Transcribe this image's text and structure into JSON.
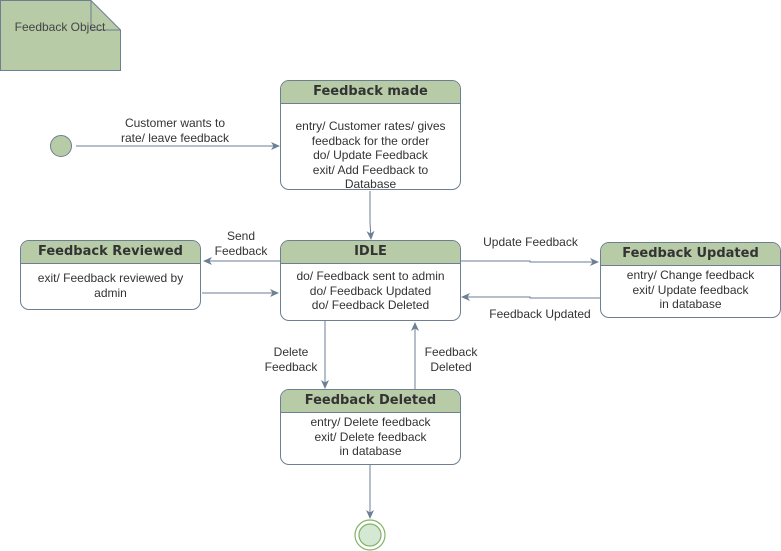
{
  "note": {
    "text": "Feedback\nObject"
  },
  "states": {
    "made": {
      "title": "Feedback made",
      "body": "entry/ Customer rates/ gives\nfeedback for the order\ndo/ Update Feedback\nexit/ Add Feedback to\nDatabase"
    },
    "idle": {
      "title": "IDLE",
      "body": "do/ Feedback sent to admin\ndo/ Feedback Updated\ndo/ Feedback Deleted"
    },
    "reviewed": {
      "title": "Feedback Reviewed",
      "body": "exit/ Feedback reviewed by\nadmin"
    },
    "updated": {
      "title": "Feedback Updated",
      "body": "entry/ Change feedback\nexit/ Update feedback\nin database"
    },
    "deleted": {
      "title": "Feedback Deleted",
      "body": "entry/ Delete feedback\nexit/ Delete feedback\nin database"
    }
  },
  "transitions": {
    "start_to_made": "Customer wants to\nrate/ leave feedback",
    "idle_to_reviewed": "Send\nFeedback",
    "idle_to_updated": "Update Feedback",
    "updated_to_idle": "Feedback Updated",
    "idle_to_deleted": "Delete\nFeedback",
    "deleted_to_idle": "Feedback\nDeleted"
  },
  "colors": {
    "header_fill": "#b7cba7",
    "border": "#6c7f93",
    "note_fill": "#b7cba7",
    "initial_fill": "#b7cba7",
    "final_fill": "#d5e8d4"
  }
}
